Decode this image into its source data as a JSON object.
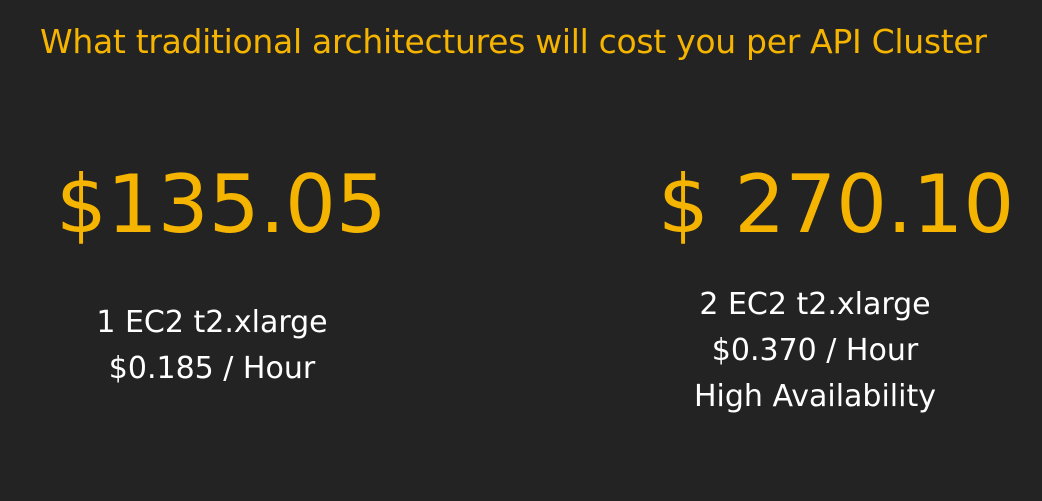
{
  "slide": {
    "title": "What traditional architectures will cost you per API Cluster"
  },
  "options": [
    {
      "price": "$135.05",
      "lines": [
        "1 EC2 t2.xlarge",
        "$0.185 / Hour"
      ]
    },
    {
      "price": "$ 270.10",
      "lines": [
        "2 EC2 t2.xlarge",
        "$0.370 / Hour",
        "High Availability"
      ]
    }
  ],
  "colors": {
    "background": "#232323",
    "accent": "#F5B400",
    "text": "#FFFFFF"
  }
}
